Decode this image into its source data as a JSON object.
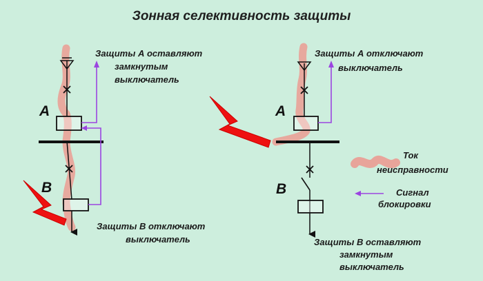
{
  "title": "Зонная селективность защиты",
  "left_scheme": {
    "relay_a_label": "A",
    "relay_b_label": "B",
    "caption_top": [
      "Защиты А оставляют",
      "замкнутым",
      "выключатель"
    ],
    "caption_bottom": [
      "Защиты В отключают",
      "выключатель"
    ]
  },
  "right_scheme": {
    "relay_a_label": "A",
    "relay_b_label": "B",
    "caption_top": [
      "Защиты А отключают",
      "выключатель"
    ],
    "caption_bottom": [
      "Защиты В оставляют",
      "замкнутым",
      "выключатель"
    ]
  },
  "legend": {
    "fault_current": [
      "Ток",
      "неисправности"
    ],
    "blocking_signal": [
      "Сигнал",
      "блокировки"
    ]
  },
  "colors": {
    "background": "#cdeedd",
    "fault_current": "#e8a49a",
    "blocking_signal": "#9b45e0",
    "lightning": "#ee1111",
    "line": "#111111"
  }
}
